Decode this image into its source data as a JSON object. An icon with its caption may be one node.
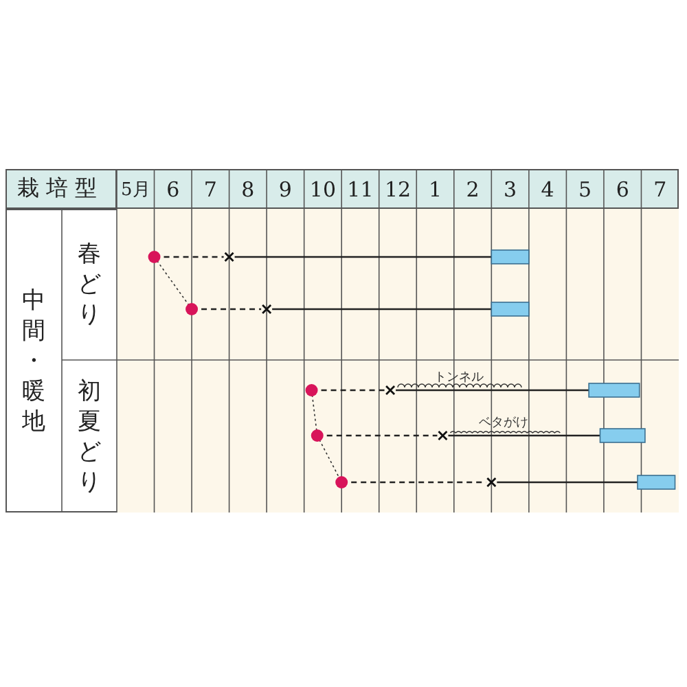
{
  "diagram": {
    "labels": [
      "栽培型",
      "5月",
      "6",
      "7",
      "8",
      "9",
      "10",
      "11",
      "12",
      "1",
      "2",
      "3",
      "4",
      "5",
      "6",
      "7",
      "中間・暖地",
      "春どり",
      "初夏どり",
      "トンネル",
      "ベタがけ"
    ]
  }
}
